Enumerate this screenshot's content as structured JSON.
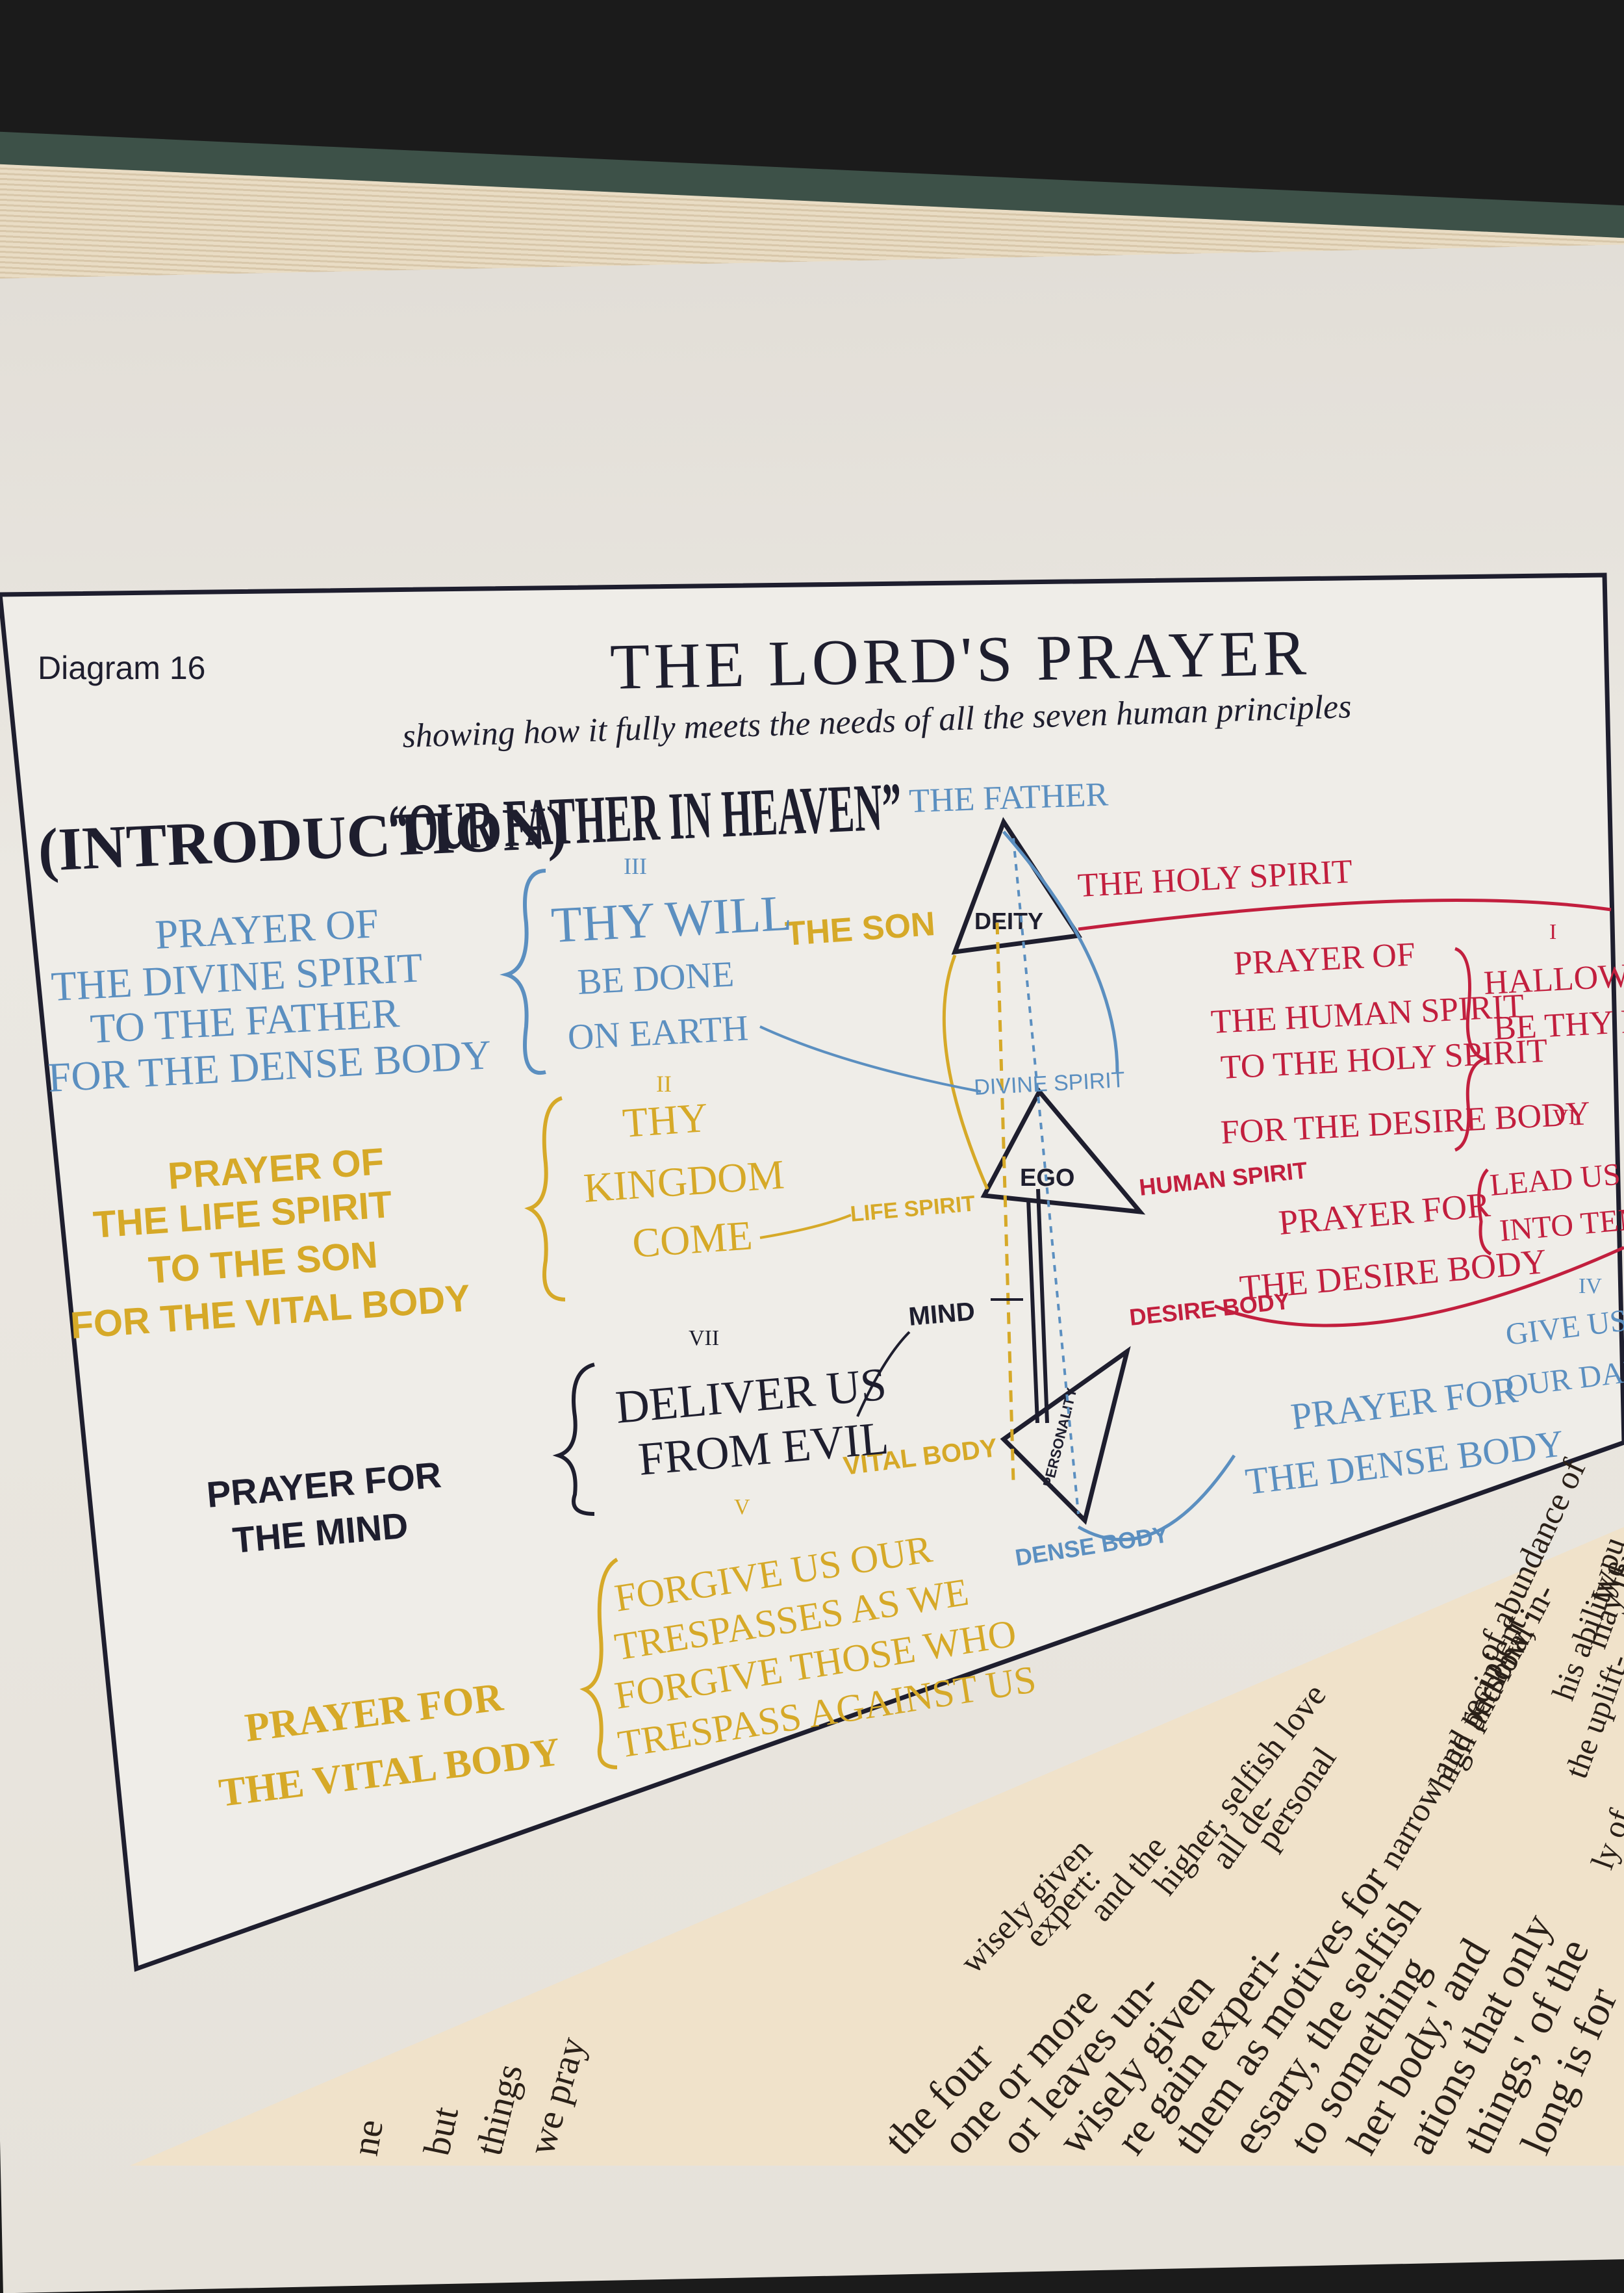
{
  "colors": {
    "background_dark": "#1b1b1b",
    "book_cover": "#3d5148",
    "ink_black": "#1e1e2e",
    "blue": "#5b8fc0",
    "gold": "#d6a928",
    "red": "#c21f3e",
    "paper": "#eeece6",
    "text_page": "#f0e2ca"
  },
  "diagram": {
    "number": "Diagram 16",
    "title": "THE LORD'S PRAYER",
    "subtitle": "showing how it fully meets the needs of all the seven human principles",
    "introduction": "(INTRODUCTION)",
    "our_father": "“OUR FATHER IN HEAVEN”",
    "the_father": "THE FATHER",
    "the_holy_spirit": "THE HOLY SPIRIT",
    "the_son": "THE SON",
    "deity": "DEITY",
    "divine_spirit": "DIVINE SPIRIT",
    "ego": "EGO",
    "life_spirit": "LIFE SPIRIT",
    "human_spirit": "HUMAN SPIRIT",
    "mind": "MIND",
    "desire_body": "DESIRE BODY",
    "vital_body": "VITAL BODY",
    "personality": "PERSONALITY",
    "dense_body": "DENSE BODY",
    "blocks": {
      "divine": {
        "prayer": [
          "PRAYER OF",
          "THE DIVINE SPIRIT",
          "TO THE FATHER",
          "FOR THE DENSE BODY"
        ],
        "numeral": "III",
        "petition": [
          "THY WILL",
          "BE DONE",
          "ON EARTH"
        ]
      },
      "life": {
        "prayer": [
          "PRAYER OF",
          "THE LIFE SPIRIT",
          "TO THE SON",
          "FOR THE VITAL BODY"
        ],
        "numeral": "II",
        "petition": [
          "THY",
          "KINGDOM",
          "COME"
        ]
      },
      "mind": {
        "prayer": [
          "PRAYER FOR",
          "THE MIND"
        ],
        "numeral": "VII",
        "petition": [
          "DELIVER US",
          "FROM EVIL"
        ]
      },
      "vital": {
        "prayer": [
          "PRAYER FOR",
          "THE VITAL BODY"
        ],
        "numeral": "V",
        "petition": [
          "FORGIVE US OUR",
          "TRESPASSES AS WE",
          "FORGIVE THOSE WHO",
          "TRESPASS AGAINST US"
        ]
      },
      "human": {
        "prayer": [
          "PRAYER OF",
          "THE HUMAN SPIRIT",
          "TO THE HOLY SPIRIT",
          "FOR THE DESIRE BODY"
        ],
        "numeral": "I",
        "petition": [
          "HALLOWED",
          "BE THY NAM"
        ]
      },
      "desire": {
        "prayer": [
          "PRAYER FOR",
          "THE DESIRE BODY"
        ],
        "numeral": "VI",
        "petition": [
          "LEAD US NO",
          "INTO TEMPTA"
        ]
      },
      "dense": {
        "prayer": [
          "PRAYER FOR",
          "THE DENSE BODY"
        ],
        "numeral": "IV",
        "petition": [
          "GIVE US THIS",
          "OUR DAILY BR"
        ]
      }
    }
  },
  "facing_page": {
    "lines": [
      "long is for",
      "things,' of the",
      "ations that only",
      "her body,' and",
      "to something",
      "essary, the selfish",
      "them as motives for",
      "re gain experi-",
      "wisely given",
      "or leaves un-",
      "one or more",
      "the four"
    ],
    "lines_right": [
      "ly of",
      "the uplift-",
      "his ability",
      "may thus",
      "We",
      "pu"
    ],
    "lines_mid": [
      "narrow and personal",
      "high and low, in-",
      "recipient:",
      "of abundance of",
      "personal",
      "all de-",
      "higher, selfish love",
      "and the",
      "expert:",
      "wisely given"
    ],
    "lines_left": [
      "but",
      "things",
      "we pray",
      "ne"
    ]
  }
}
